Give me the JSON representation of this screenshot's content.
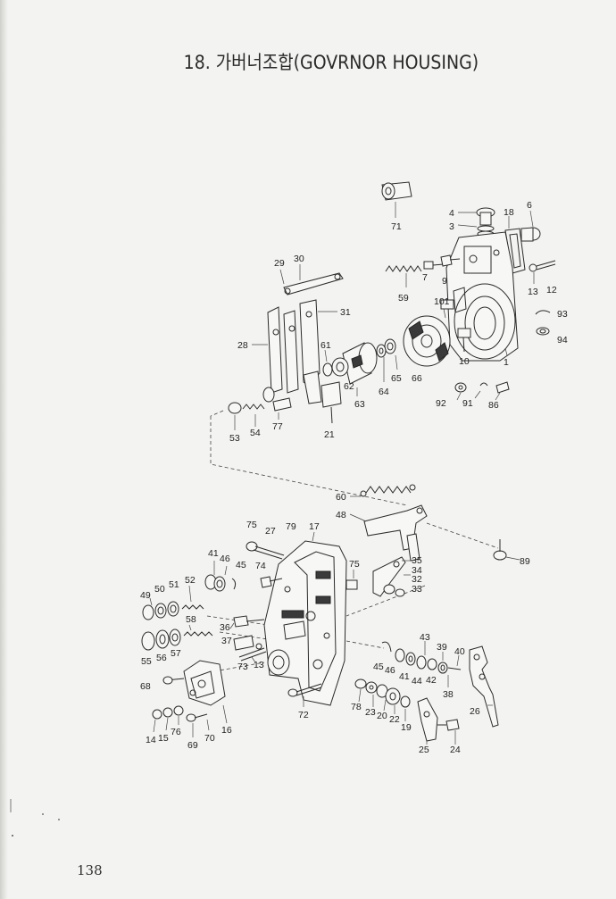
{
  "title": "18. 가버너조합(GOVRNOR HOUSING)",
  "page_number": "138",
  "callouts": [
    "71",
    "4",
    "3",
    "18",
    "6",
    "29",
    "30",
    "7",
    "9",
    "59",
    "13",
    "12",
    "101",
    "31",
    "93",
    "28",
    "61",
    "94",
    "10",
    "1",
    "62",
    "65",
    "66",
    "64",
    "63",
    "92",
    "91",
    "86",
    "53",
    "54",
    "77",
    "21",
    "60",
    "48",
    "89",
    "75",
    "27",
    "79",
    "17",
    "41",
    "46",
    "45",
    "74",
    "35",
    "34",
    "75",
    "32",
    "33",
    "52",
    "50",
    "51",
    "49",
    "58",
    "36",
    "37",
    "55",
    "56",
    "57",
    "43",
    "39",
    "40",
    "73",
    "13",
    "45",
    "46",
    "41",
    "44",
    "42",
    "38",
    "68",
    "26",
    "72",
    "78",
    "23",
    "20",
    "22",
    "19",
    "14",
    "15",
    "76",
    "70",
    "16",
    "69",
    "25",
    "24"
  ]
}
